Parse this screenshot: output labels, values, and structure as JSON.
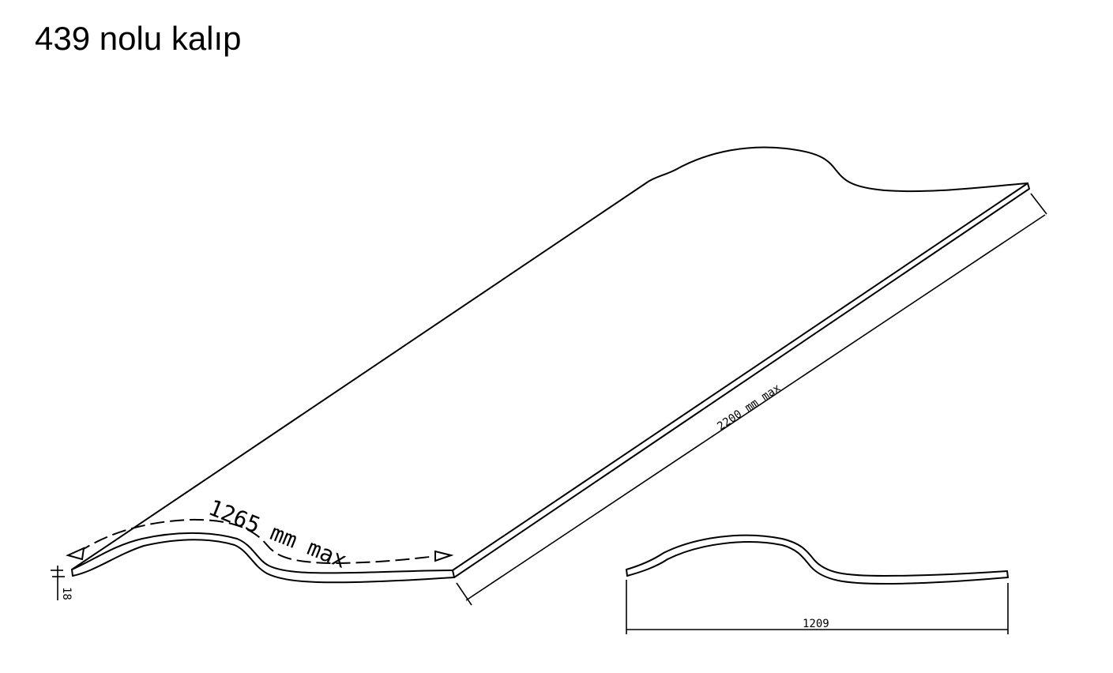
{
  "title": "439 nolu kalıp",
  "dimensions": {
    "arc_length": "1265 mm max",
    "length": "2200 mm max",
    "width": "1209",
    "thickness": "18"
  }
}
